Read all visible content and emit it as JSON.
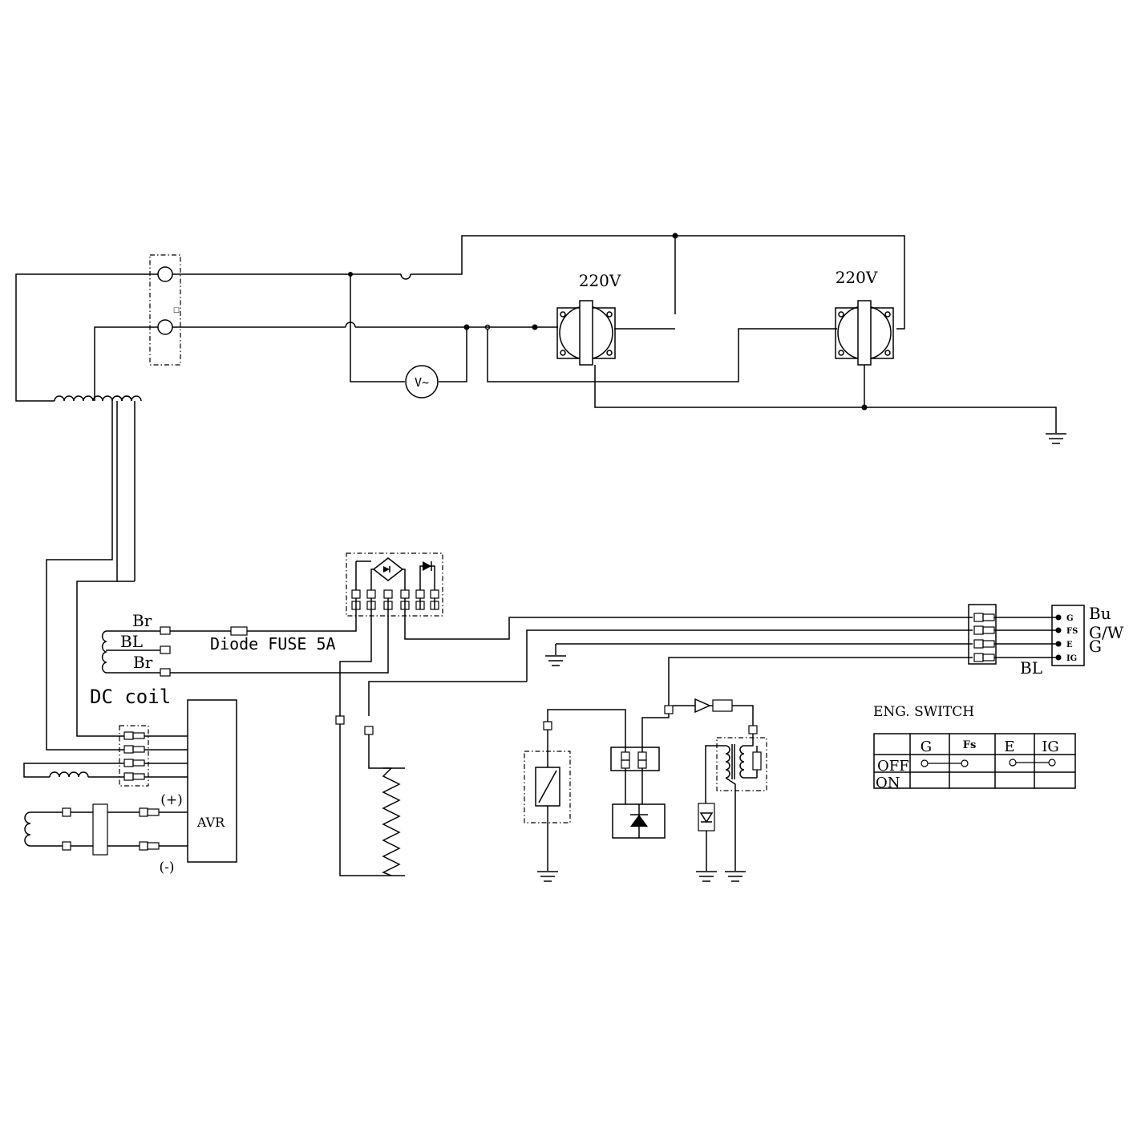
{
  "labels": {
    "outlet_left": "220V",
    "outlet_right": "220V",
    "voltmeter": "V~",
    "br_top": "Br",
    "bl": "BL",
    "br_bottom": "Br",
    "diode_fuse": "Diode FUSE 5A",
    "dc_coil": "DC coil",
    "avr": "AVR",
    "plus": "(+)",
    "minus": "(-)",
    "wire_bu": "Bu",
    "wire_gw": "G/W",
    "wire_g": "G",
    "wire_bl": "BL",
    "switch_title": "ENG. SWITCH"
  },
  "switch_pins": [
    "G",
    "FS",
    "E",
    "IG"
  ],
  "switch_table": {
    "headers": [
      "G",
      "Fs",
      "E",
      "IG"
    ],
    "rows": [
      "OFF",
      "ON"
    ]
  }
}
